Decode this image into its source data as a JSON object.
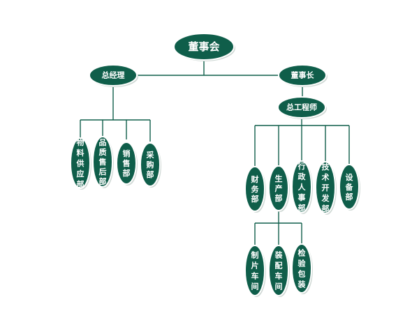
{
  "colors": {
    "node": "#0f5e4a",
    "edge": "#0f5e4a",
    "text": "#ffffff",
    "background": "#ffffff"
  },
  "nodes": {
    "board": "董事会",
    "gm": "总经理",
    "chairman": "董事长",
    "chief_engineer": "总工程师",
    "material_supply": "物料供应部",
    "after_sales": "品质售后部",
    "sales": "销售部",
    "purchasing": "采购部",
    "finance": "财务部",
    "production": "生产部",
    "admin_hr": "行政人事部",
    "tech_dev": "技术开发部",
    "equipment": "设备部",
    "workshop_parts": "制片车间",
    "workshop_assembly": "装配车间",
    "inspection_packing": "检验包装"
  }
}
